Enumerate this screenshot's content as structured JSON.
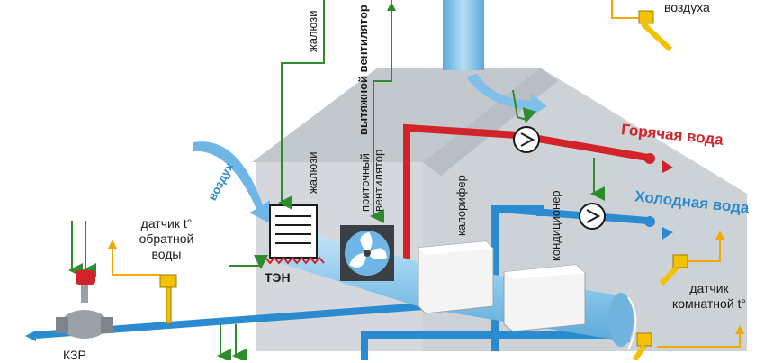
{
  "labels": {
    "air_top_right": "воздуха",
    "shutters_top": "жалюзи",
    "exhaust_fan": "вытяжной вентилятор",
    "air_in": "воздух",
    "shutters": "жалюзи",
    "supply_fan": "приточный вентилятор",
    "heater": "калорифер",
    "conditioner": "кондиционер",
    "hot_water": "Горячая вода",
    "cold_water": "Холодная вода",
    "return_water_sensor": "датчик t° обратной воды",
    "room_sensor": "датчик комнатной t°",
    "ten": "ТЭН",
    "valve": "КЗР"
  },
  "colors": {
    "hot": "#d2232a",
    "cold": "#2a8bd0",
    "duct": "#8ec9ec",
    "house_front": "#d4d8dc",
    "house_roof": "#c3c8cd",
    "sensor_wire": "#f2a900",
    "control_arrow": "#2e8b2e"
  },
  "icons": [
    "fan-icon",
    "pump-icon",
    "sensor-icon",
    "valve-icon",
    "arrow-icon"
  ]
}
